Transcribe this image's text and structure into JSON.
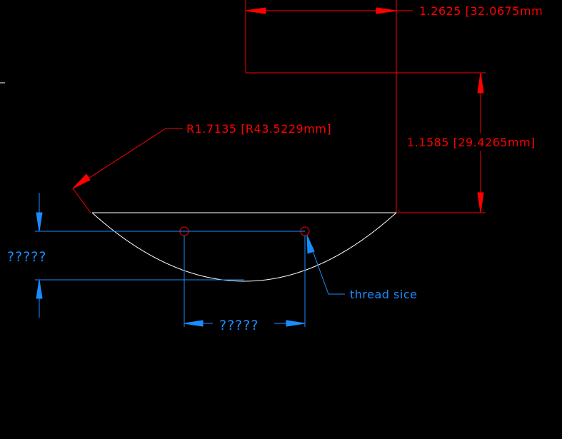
{
  "drawing": {
    "background_color": "#000000",
    "colors": {
      "red_dimension": "#ff0000",
      "blue_dimension": "#1a8cff",
      "geometry": "#ffffff"
    },
    "dimensions": {
      "top_width": "1.2625 [32.0675mm",
      "height": "1.1585 [29.4265mm]",
      "radius": "R1.7135 [R43.5229mm]",
      "left_depth": "?????",
      "bottom_spacing": "?????"
    },
    "notes": {
      "thread_leader": "thread sice"
    }
  }
}
